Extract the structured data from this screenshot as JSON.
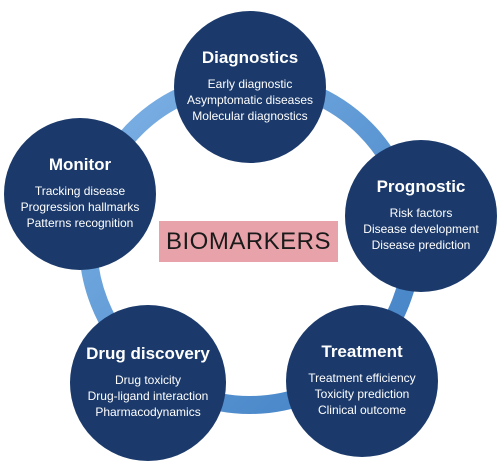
{
  "center": {
    "label": "BIOMARKERS"
  },
  "nodes": {
    "diagnostics": {
      "title": "Diagnostics",
      "items": [
        "Early diagnostic",
        "Asymptomatic diseases",
        "Molecular diagnostics"
      ]
    },
    "prognostic": {
      "title": "Prognostic",
      "items": [
        "Risk factors",
        "Disease development",
        "Disease prediction"
      ]
    },
    "treatment": {
      "title": "Treatment",
      "items": [
        "Treatment efficiency",
        "Toxicity prediction",
        "Clinical outcome"
      ]
    },
    "drug_discovery": {
      "title": "Drug discovery",
      "items": [
        "Drug toxicity",
        "Drug-ligand interaction",
        "Pharmacodynamics"
      ]
    },
    "monitor": {
      "title": "Monitor",
      "items": [
        "Tracking disease",
        "Progression hallmarks",
        "Patterns recognition"
      ]
    }
  },
  "colors": {
    "node_fill": "#1b3a6b",
    "ring": "#5b9bd5",
    "center_fill": "#e8a3aa"
  }
}
